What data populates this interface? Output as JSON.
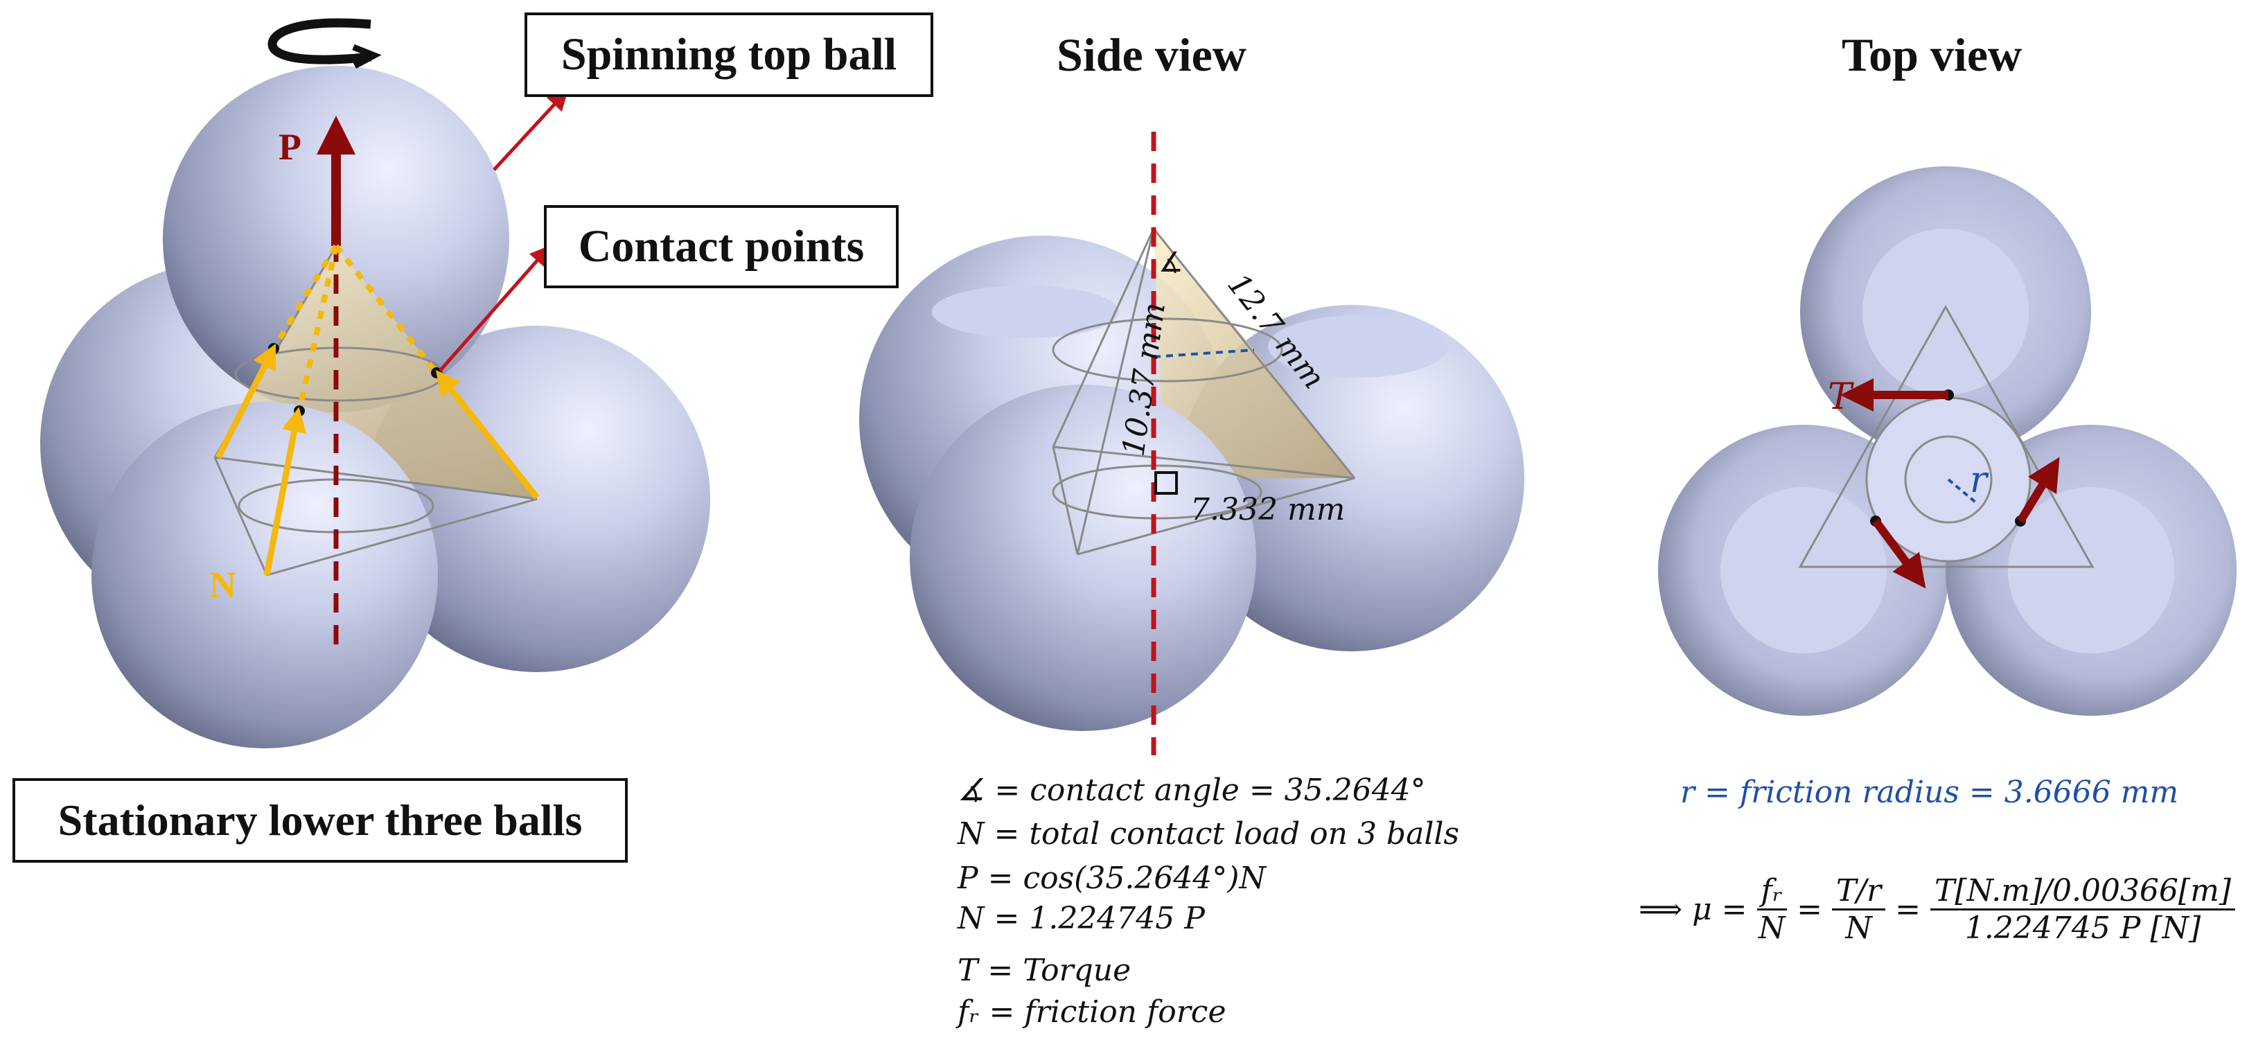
{
  "headings": {
    "side_view": "Side view",
    "top_view": "Top view"
  },
  "labels": {
    "spinning_top_ball": "Spinning top ball",
    "contact_points": "Contact points",
    "stationary_balls": "Stationary lower three balls"
  },
  "force_labels": {
    "P": "P",
    "N": "N",
    "T": "T",
    "r": "r"
  },
  "dimensions": {
    "height": "10.37 mm",
    "slant": "12.7 mm",
    "base": "7.332 mm",
    "angle_symbol": "∡"
  },
  "equations": {
    "line1": "∡ = contact angle = 35.2644°",
    "line2": "N = total contact load on 3 balls",
    "line3": "P = cos(35.2644°)N",
    "line4": "N = 1.224745 P",
    "line5": "T = Torque",
    "line6": "fᵣ = friction force",
    "friction_radius": "r = friction radius = 3.6666 mm",
    "mu_prefix": "⟹ μ =",
    "frac1_num": "fᵣ",
    "frac1_den": "N",
    "eq1": "=",
    "frac2_num": "T/r",
    "frac2_den": "N",
    "eq2": "=",
    "frac3_num": "T[N.m]/0.00366[m]",
    "frac3_den": "1.224745 P [N]"
  },
  "colors": {
    "ball_light": "#d9def5",
    "ball_dark": "#6b7190",
    "axis_red": "#c0141c",
    "arrow_darkred": "#8b0a0a",
    "arrow_yellow": "#f5b80f",
    "cone_tan": "#c8b58a",
    "dim_blue": "#1f4fa8"
  }
}
